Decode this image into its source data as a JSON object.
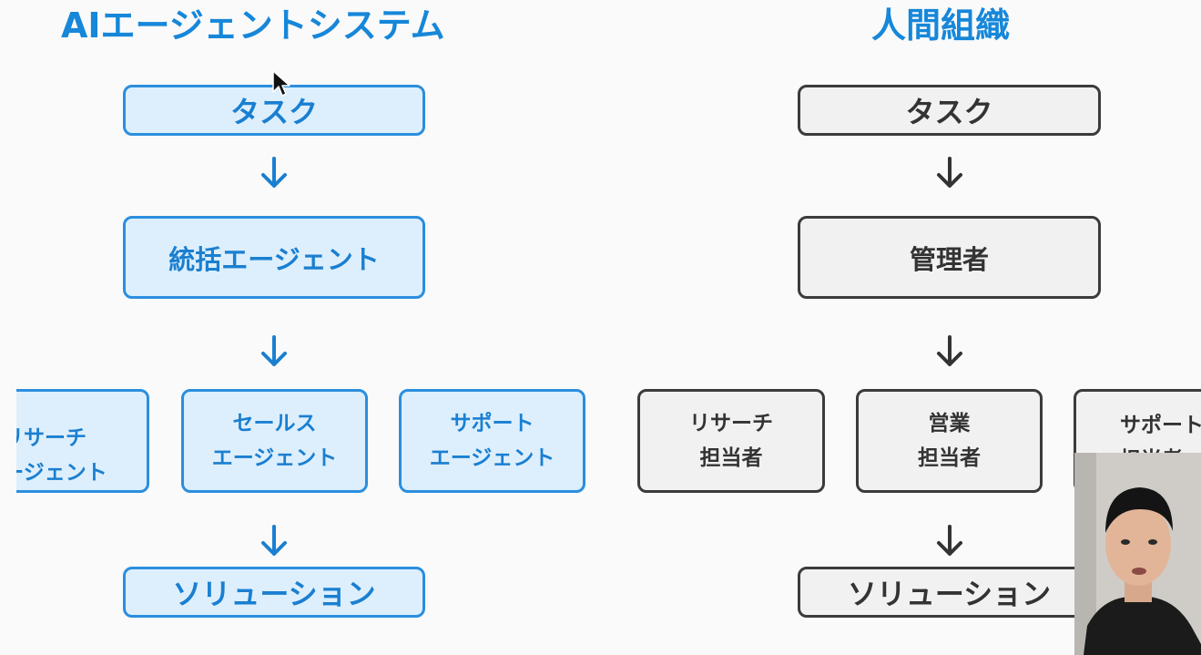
{
  "ai_system": {
    "title": "AIエージェントシステム",
    "task": "タスク",
    "coordinator": "統括エージェント",
    "agents": [
      {
        "line1": "リサーチ",
        "line2": "エージェント"
      },
      {
        "line1": "セールス",
        "line2": "エージェント"
      },
      {
        "line1": "サポート",
        "line2": "エージェント"
      }
    ],
    "solution": "ソリューション"
  },
  "human_org": {
    "title": "人間組織",
    "task": "タスク",
    "manager": "管理者",
    "staff": [
      {
        "line1": "リサーチ",
        "line2": "担当者"
      },
      {
        "line1": "営業",
        "line2": "担当者"
      },
      {
        "line1": "サポート",
        "line2": "担当者"
      }
    ],
    "solution": "ソリューション"
  },
  "colors": {
    "ai_accent": "#1a7fd1",
    "ai_fill": "#ddeffc",
    "human_border": "#3b3b3b",
    "human_fill": "#f1f1f1"
  },
  "icons": {
    "arrow": "down-arrow-icon",
    "cursor": "mouse-cursor-icon"
  }
}
